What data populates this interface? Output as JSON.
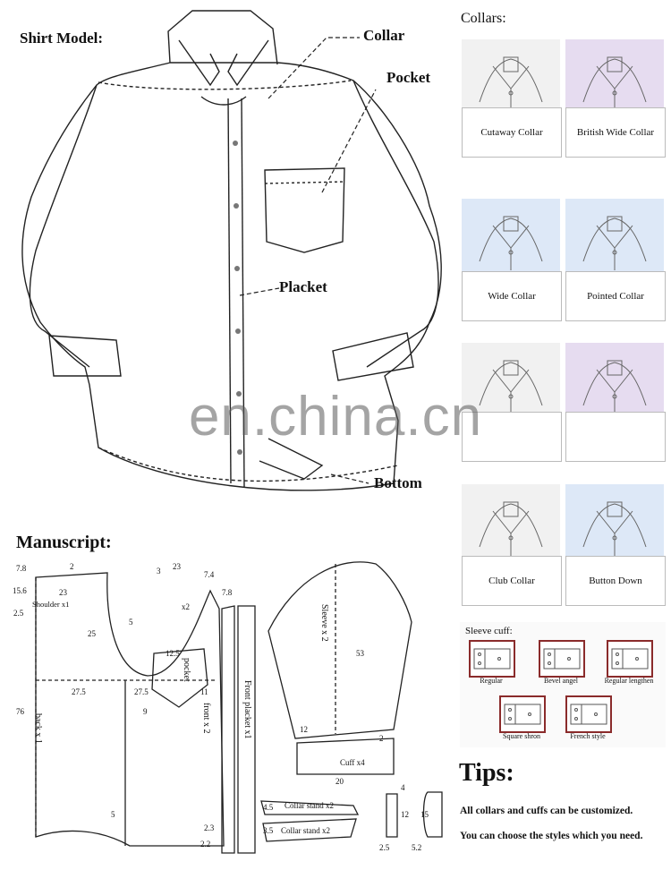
{
  "shirt": {
    "title": "Shirt Model:",
    "callouts": {
      "collar": "Collar",
      "pocket": "Pocket",
      "placket": "Placket",
      "bottom": "Bottom"
    }
  },
  "manuscript": {
    "title": "Manuscript:",
    "labels": {
      "shoulder": "Shoulder x1",
      "back": "back x 1",
      "front": "front x 2",
      "pocket": "pocket",
      "front_placket": "Front placket x1",
      "sleeve": "Sleeve x 2",
      "cuff": "Cuff x4",
      "collar_stand_1": "Collar stand x2",
      "collar_stand_2": "Collar stand x2",
      "x2": "x2"
    },
    "dims": {
      "d78": "7.8",
      "d2": "2",
      "d23": "23",
      "d23b": "23",
      "d74": "7.4",
      "d156": "15.6",
      "d25": "2.5",
      "d25b": "25",
      "d3": "3",
      "d5": "5",
      "d125": "12.5",
      "d275": "27.5",
      "d275b": "27.5",
      "d78b": "7.8",
      "d11": "11",
      "d9": "9",
      "d76": "76",
      "d53": "53",
      "d12": "12",
      "d20": "20",
      "d2b": "2",
      "d45": "4.5",
      "d35": "3.5",
      "d23c": "2.3",
      "d22": "2.2",
      "d4": "4",
      "d12b": "12",
      "d15": "15",
      "d25c": "2.5",
      "d52": "5.2",
      "d5b": "5"
    }
  },
  "collars": {
    "heading": "Collars:",
    "items": [
      {
        "name": "Cutaway Collar",
        "tint": "#f1f1f1"
      },
      {
        "name": "British Wide Collar",
        "tint": "#e6dcf0"
      },
      {
        "name": "Wide Collar",
        "tint": "#dde8f7"
      },
      {
        "name": "Pointed Collar",
        "tint": "#dde8f7"
      },
      {
        "name": "",
        "tint": "#f1f1f1"
      },
      {
        "name": "",
        "tint": "#e6dcf0"
      },
      {
        "name": "Club Collar",
        "tint": "#f1f1f1"
      },
      {
        "name": "Button Down",
        "tint": "#dde8f7"
      }
    ]
  },
  "sleeve_cuff": {
    "heading": "Sleeve cuff:",
    "items": [
      "Regular",
      "Bevel angel",
      "Regular lengthen",
      "Square shron",
      "French style"
    ]
  },
  "tips": {
    "title": "Tips:",
    "line1": "All collars and cuffs can be customized.",
    "line2": "You can choose the styles which you need."
  },
  "watermark": "en.china.cn",
  "colors": {
    "accent_red": "#8a2b2b",
    "tile_purple": "#e6dcf0",
    "tile_blue": "#dde8f7"
  }
}
